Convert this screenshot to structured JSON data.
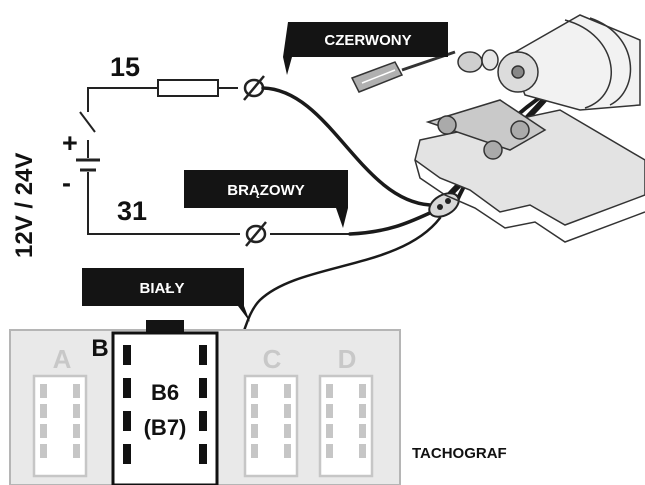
{
  "labels": {
    "terminal_15": "15",
    "terminal_31": "31",
    "voltage": "12V / 24V",
    "plus": "+",
    "minus": "-",
    "wire_red": "CZERWONY",
    "wire_brown": "BRĄZOWY",
    "wire_white": "BIAŁY",
    "slot_a": "A",
    "slot_b": "B",
    "slot_c": "C",
    "slot_d": "D",
    "pin_b6": "B6",
    "pin_b7": "(B7)",
    "device": "TACHOGRAF"
  }
}
